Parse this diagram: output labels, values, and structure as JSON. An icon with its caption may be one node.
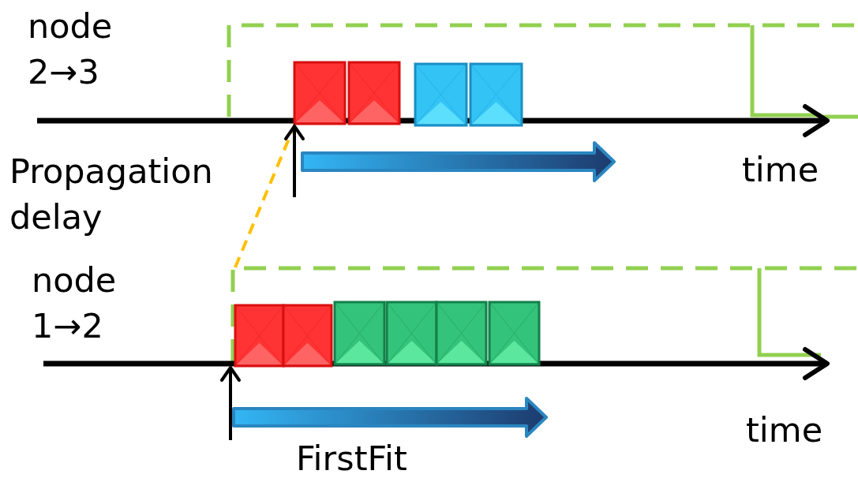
{
  "diagram": {
    "nodes": [
      {
        "text": [],
        "shape": "box"
      },
      {
        "text": [],
        "shape": "box"
      },
      {
        "text": [],
        "shape": "box"
      },
      {
        "text": [],
        "shape": "box"
      },
      {
        "text": [],
        "shape": "box"
      },
      {
        "text": [],
        "shape": "box"
      },
      {
        "text": [],
        "shape": "box"
      },
      {
        "text": [],
        "shape": "box"
      },
      {
        "text": [],
        "shape": "box"
      },
      {
        "text": [],
        "shape": "box"
      }
    ],
    "edges": [
      {
        "from": 4,
        "to": 0,
        "arrow": "none",
        "style": "dashed",
        "color": "#ffc000"
      }
    ],
    "labels": [
      "node 2→3",
      "Propagation delay",
      "time",
      "node 1→2",
      "time",
      "FirstFit"
    ]
  }
}
